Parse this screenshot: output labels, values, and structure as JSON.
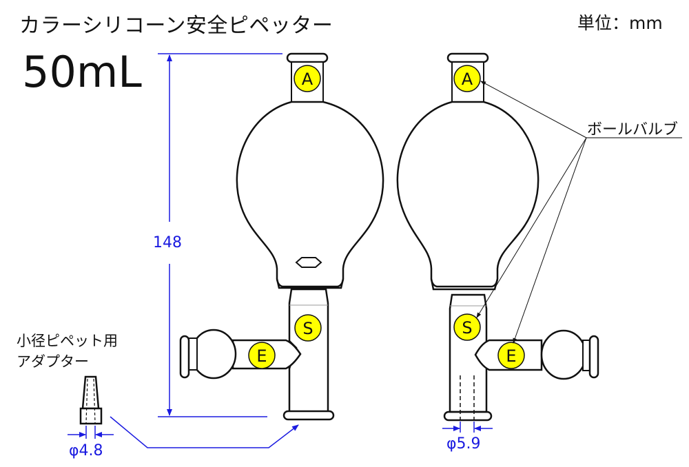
{
  "title": "カラーシリコーン安全ピペッター",
  "unit_label": "単位：mm",
  "capacity": "50mL",
  "adapter": {
    "line1": "小径ピペット用",
    "line2": "アダプター",
    "diameter": "φ4.8"
  },
  "dimensions": {
    "height": "148",
    "outlet_diameter": "φ5.9"
  },
  "callout": {
    "label": "ボールバルブ"
  },
  "valves": {
    "a": "A",
    "s": "S",
    "e": "E"
  },
  "colors": {
    "outline": "#111111",
    "dimension": "#1a1ae0",
    "valve_fill": "#ffff00"
  }
}
